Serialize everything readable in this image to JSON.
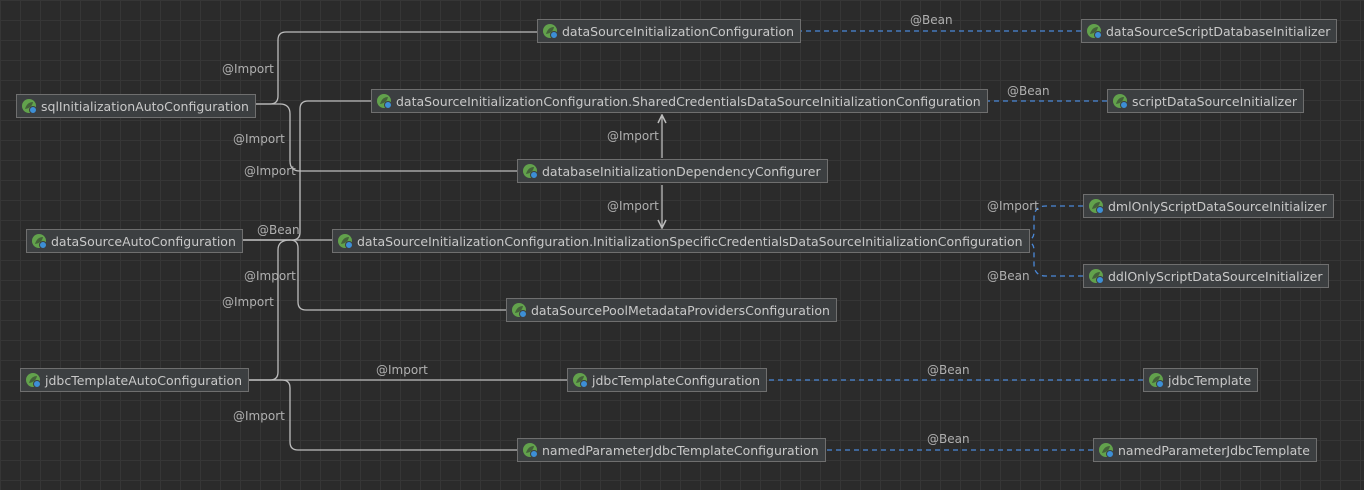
{
  "colors": {
    "background": "#2b2b2b",
    "import_edge": "#bcbcbc",
    "bean_edge": "#4a88d8",
    "icon_leaf": "#62a24c",
    "icon_badge": "#3d8fd6"
  },
  "icons": {
    "bean_node": "spring-bean-icon"
  },
  "nodes": [
    {
      "id": "dataSourceInitializationConfiguration",
      "label": "dataSourceInitializationConfiguration"
    },
    {
      "id": "dataSourceScriptDatabaseInitializer",
      "label": "dataSourceScriptDatabaseInitializer"
    },
    {
      "id": "sqlInitializationAutoConfiguration",
      "label": "sqlInitializationAutoConfiguration"
    },
    {
      "id": "sharedCredentials",
      "label": "dataSourceInitializationConfiguration.SharedCredentialsDataSourceInitializationConfiguration"
    },
    {
      "id": "scriptDataSourceInitializer",
      "label": "scriptDataSourceInitializer"
    },
    {
      "id": "databaseInitializationDependencyConfigurer",
      "label": "databaseInitializationDependencyConfigurer"
    },
    {
      "id": "dataSourceAutoConfiguration",
      "label": "dataSourceAutoConfiguration"
    },
    {
      "id": "initializationSpecific",
      "label": "dataSourceInitializationConfiguration.InitializationSpecificCredentialsDataSourceInitializationConfiguration"
    },
    {
      "id": "dmlOnlyScriptDataSourceInitializer",
      "label": "dmlOnlyScriptDataSourceInitializer"
    },
    {
      "id": "ddlOnlyScriptDataSourceInitializer",
      "label": "ddlOnlyScriptDataSourceInitializer"
    },
    {
      "id": "dataSourcePoolMetadataProvidersConfiguration",
      "label": "dataSourcePoolMetadataProvidersConfiguration"
    },
    {
      "id": "jdbcTemplateAutoConfiguration",
      "label": "jdbcTemplateAutoConfiguration"
    },
    {
      "id": "jdbcTemplateConfiguration",
      "label": "jdbcTemplateConfiguration"
    },
    {
      "id": "jdbcTemplate",
      "label": "jdbcTemplate"
    },
    {
      "id": "namedParameterJdbcTemplateConfiguration",
      "label": "namedParameterJdbcTemplateConfiguration"
    },
    {
      "id": "namedParameterJdbcTemplate",
      "label": "namedParameterJdbcTemplate"
    }
  ],
  "edge_labels": [
    {
      "id": "bean-1",
      "text": "@Bean"
    },
    {
      "id": "import-1",
      "text": "@Import"
    },
    {
      "id": "bean-2",
      "text": "@Bean"
    },
    {
      "id": "import-2",
      "text": "@Import"
    },
    {
      "id": "import-3",
      "text": "@Import"
    },
    {
      "id": "import-4",
      "text": "@Import"
    },
    {
      "id": "import-5",
      "text": "@Import"
    },
    {
      "id": "import-6",
      "text": "@Import"
    },
    {
      "id": "bean-3",
      "text": "@Bean"
    },
    {
      "id": "bean-4",
      "text": "@Bean"
    },
    {
      "id": "import-7",
      "text": "@Import"
    },
    {
      "id": "import-8",
      "text": "@Import"
    },
    {
      "id": "import-9",
      "text": "@Import"
    },
    {
      "id": "bean-5",
      "text": "@Bean"
    },
    {
      "id": "import-10",
      "text": "@Import"
    },
    {
      "id": "bean-6",
      "text": "@Bean"
    }
  ]
}
